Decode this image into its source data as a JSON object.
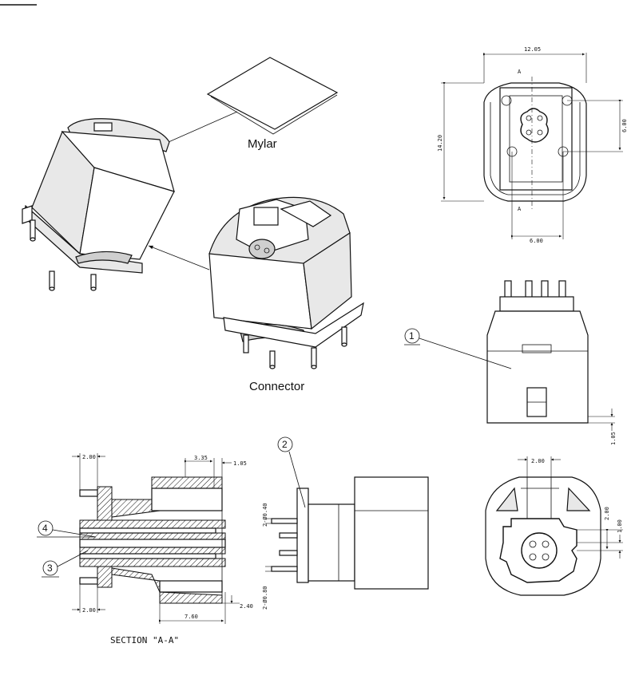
{
  "labels": {
    "mylar": "Mylar",
    "connector": "Connector",
    "section_title": "SECTION \"A-A\""
  },
  "balloons": {
    "b1": "1",
    "b2": "2",
    "b3": "3",
    "b4": "4"
  },
  "dimensions": {
    "top_width": "12.05",
    "top_height": "14.20",
    "top_right": "6.00",
    "top_bottom": "6.00",
    "section_mark_top": "A",
    "section_mark_bottom": "A",
    "front_right": "1.05",
    "sec_top_left": "2.00",
    "sec_top_mid": "3.35",
    "sec_top_right": "1.05",
    "sec_bottom_left": "2.00",
    "sec_bottom_mid": "7.60",
    "sec_bottom_right": "2.40",
    "side_top": "2-Ø0.40",
    "side_bottom": "2-Ø0.80",
    "bot_top": "2.00",
    "bot_right_a": "2.00",
    "bot_right_b": "1.00"
  }
}
